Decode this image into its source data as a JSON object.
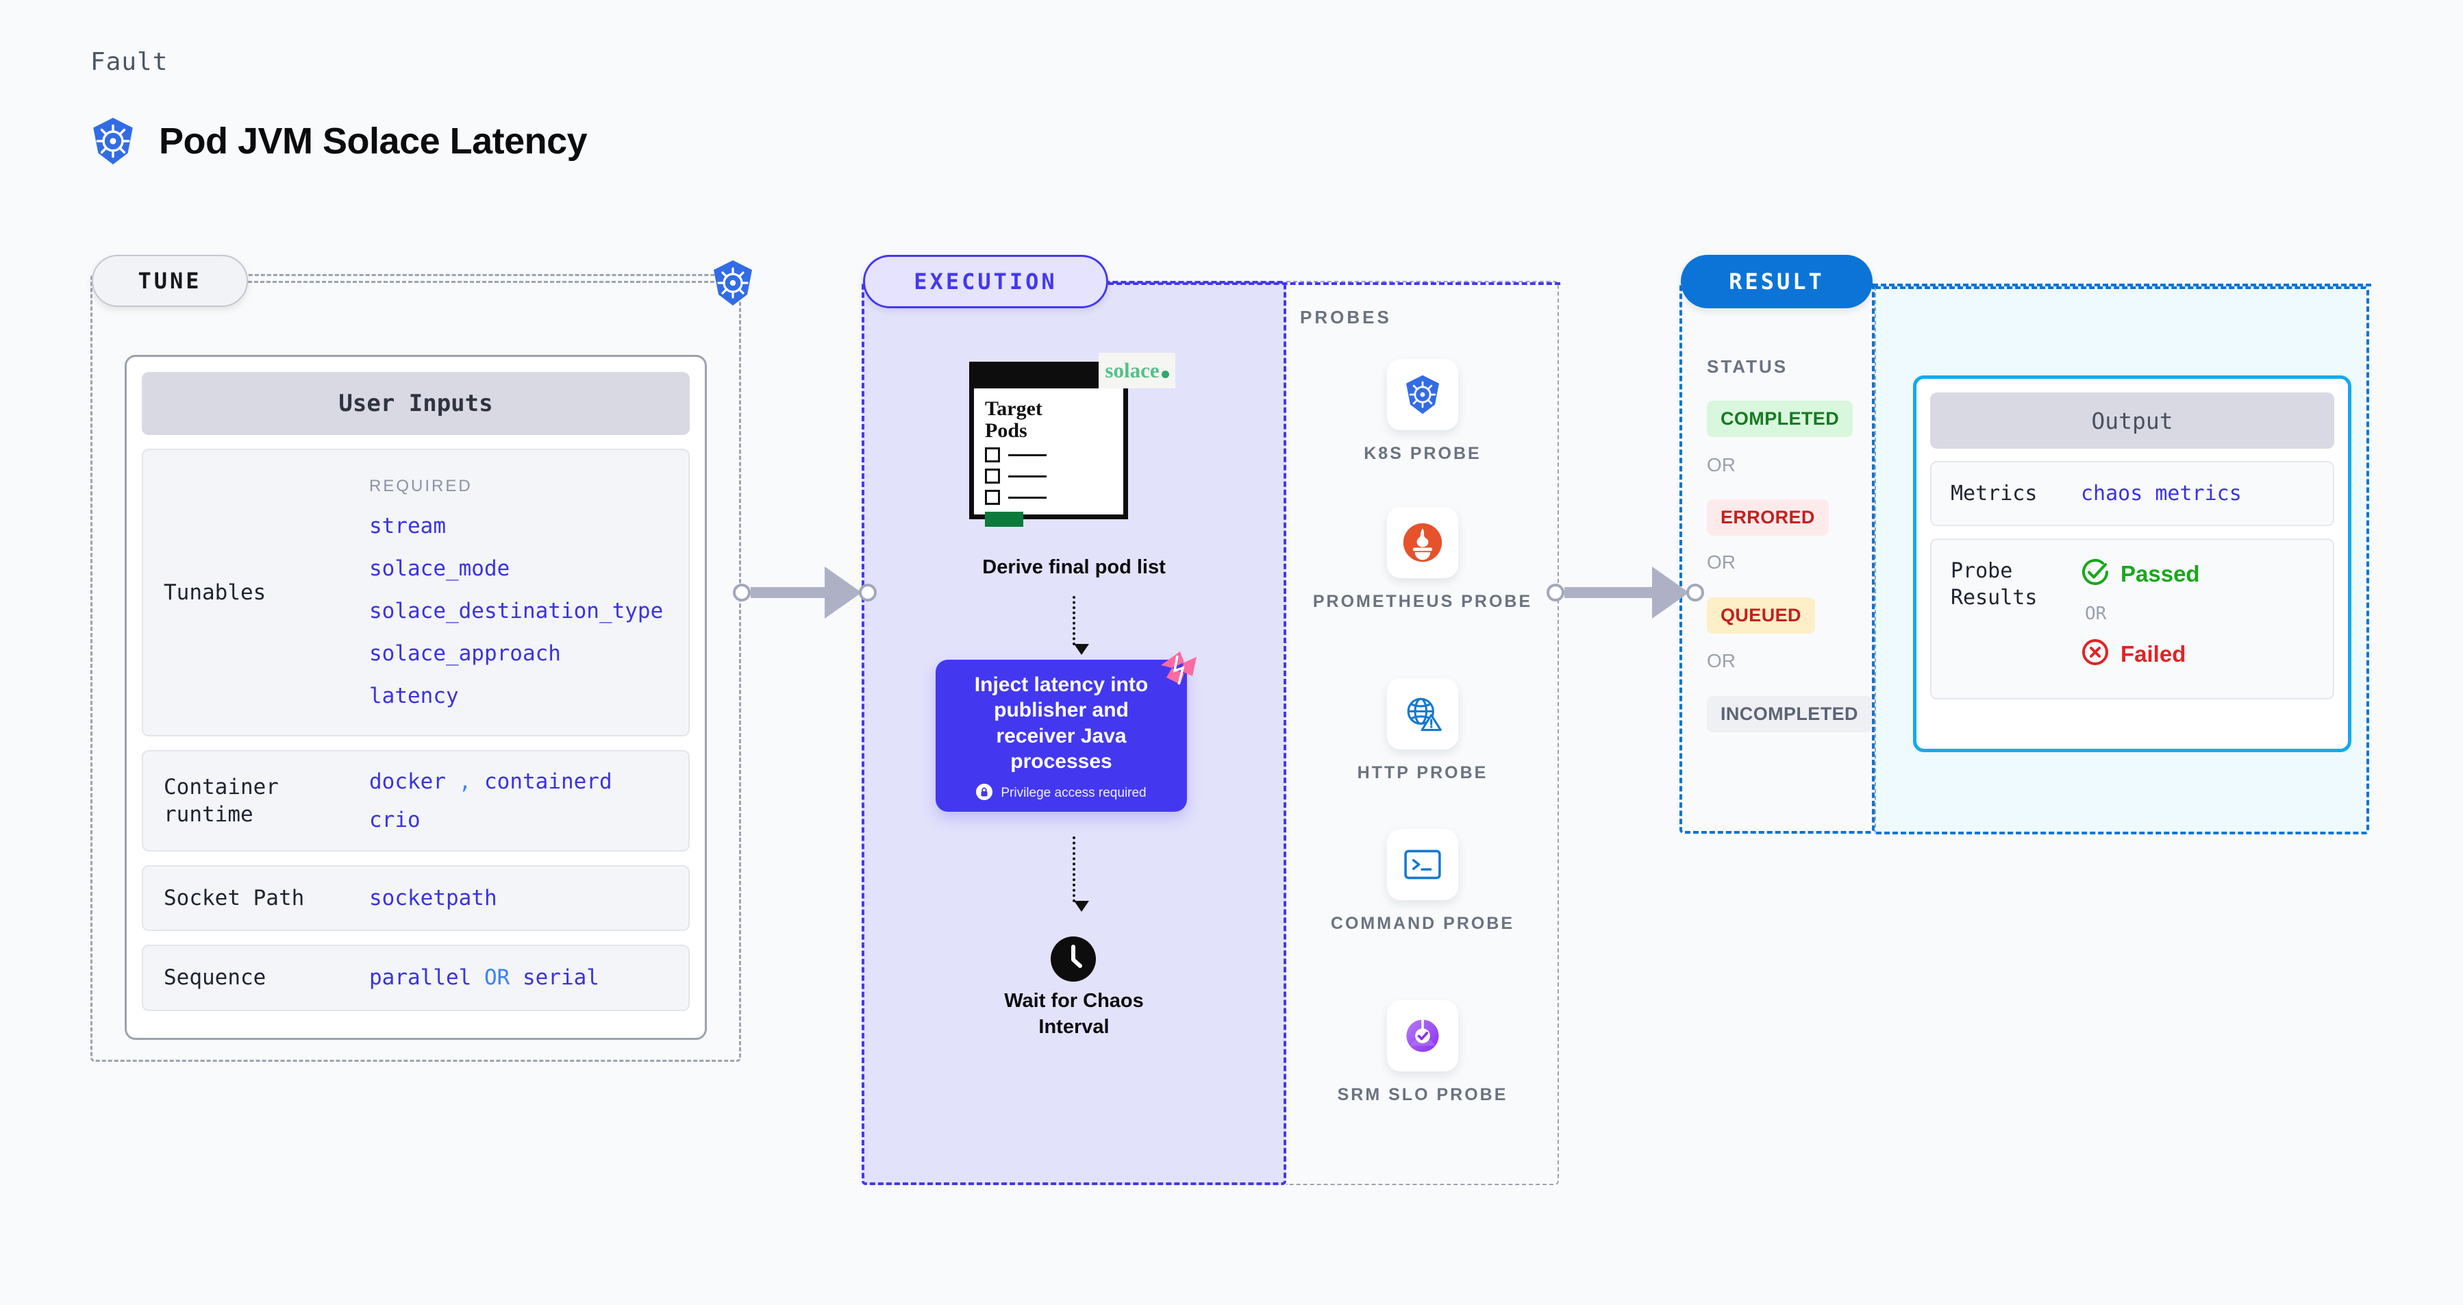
{
  "header": {
    "eyebrow": "Fault",
    "title": "Pod JVM Solace Latency",
    "icon": "kubernetes-icon"
  },
  "stages": {
    "tune": "TUNE",
    "execution": "EXECUTION",
    "result": "RESULT"
  },
  "tune": {
    "card_title": "User Inputs",
    "rows": [
      {
        "label": "Tunables",
        "required_tag": "REQUIRED",
        "values": [
          "stream",
          "solace_mode",
          "solace_destination_type",
          "solace_approach",
          "latency"
        ]
      },
      {
        "label": "Container runtime",
        "value_line1_a": "docker",
        "value_line1_sep": ",",
        "value_line1_b": "containerd",
        "value_line2": "crio"
      },
      {
        "label": "Socket Path",
        "value": "socketpath"
      },
      {
        "label": "Sequence",
        "value_a": "parallel",
        "value_sep": "OR",
        "value_b": "serial"
      }
    ]
  },
  "execution": {
    "pod_card": {
      "title_line1": "Target",
      "title_line2": "Pods",
      "brand": "solace"
    },
    "caption_derive": "Derive final pod list",
    "inject": {
      "text": "Inject latency into publisher and receiver Java processes",
      "note": "Privilege access required",
      "note_icon": "lock-icon",
      "ribbon_icon": "harness-ribbon-icon"
    },
    "wait": {
      "icon": "clock-icon",
      "caption_line1": "Wait for Chaos",
      "caption_line2": "Interval"
    }
  },
  "probes": {
    "title": "PROBES",
    "items": [
      {
        "icon": "kubernetes-icon",
        "label": "K8S PROBE"
      },
      {
        "icon": "prometheus-icon",
        "label": "PROMETHEUS PROBE"
      },
      {
        "icon": "http-globe-warning-icon",
        "label": "HTTP PROBE"
      },
      {
        "icon": "terminal-icon",
        "label": "COMMAND PROBE"
      },
      {
        "icon": "srm-slo-gauge-icon",
        "label": "SRM SLO PROBE"
      }
    ]
  },
  "result": {
    "status_title": "STATUS",
    "or_label": "OR",
    "statuses": [
      {
        "label": "COMPLETED",
        "color": "#177a22",
        "bg": "#d9f7dd"
      },
      {
        "label": "ERRORED",
        "color": "#c32020",
        "bg": "#fdeaea"
      },
      {
        "label": "QUEUED",
        "color": "#c32020",
        "bg": "#fdefc7"
      },
      {
        "label": "INCOMPLETED",
        "color": "#5d6475",
        "bg": "#eef0f4"
      }
    ]
  },
  "output": {
    "card_title": "Output",
    "metrics_label": "Metrics",
    "metrics_value": "chaos metrics",
    "probe_results_label": "Probe Results",
    "passed_label": "Passed",
    "failed_label": "Failed",
    "or_label": "OR",
    "passed_icon": "check-circle-icon",
    "failed_icon": "x-circle-icon"
  },
  "colors": {
    "accent_indigo": "#4338f0",
    "accent_blue": "#0b74d6",
    "accent_cyan": "#12aaec",
    "pass_green": "#17a81a",
    "fail_red": "#e02424",
    "k8s_blue": "#326ce5",
    "solace_green": "#54c08a",
    "ribbon_pink": "#fb6aa0"
  }
}
